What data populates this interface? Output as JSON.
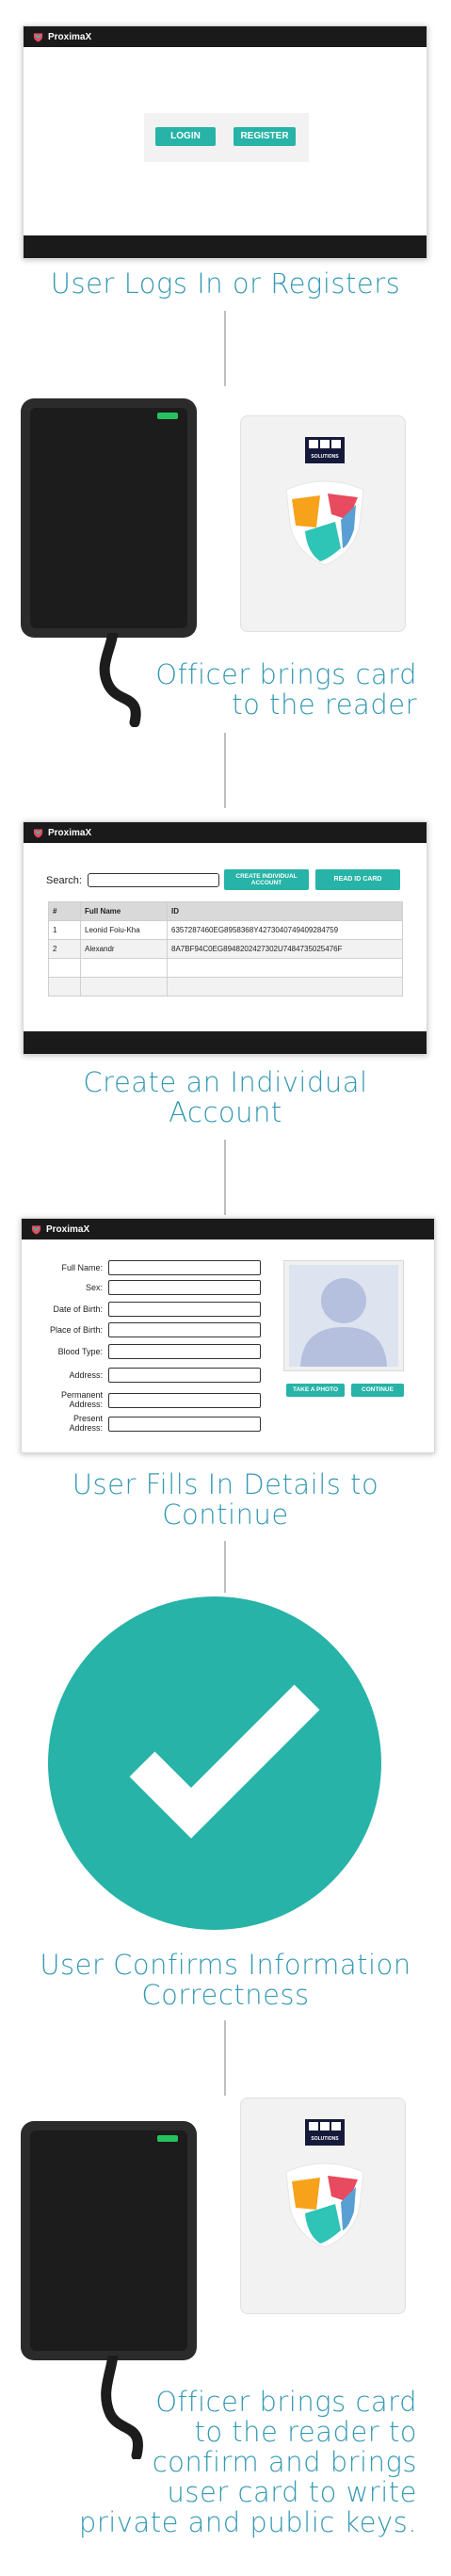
{
  "brand": {
    "logo_text": "ProximaX"
  },
  "step1": {
    "login_label": "LOGIN",
    "register_label": "REGISTER",
    "caption": "User Logs In or Registers"
  },
  "step2": {
    "company_logo_text": "SOLUTIONS",
    "caption_line1": "Officer brings card",
    "caption_line2": "to the reader"
  },
  "step3": {
    "search_label": "Search:",
    "create_button": "CREATE INDIVIDUAL ACCOUNT",
    "read_button": "READ ID CARD",
    "table": {
      "headers": [
        "#",
        "Full Name",
        "ID"
      ],
      "rows": [
        [
          "1",
          "Leonid Foiu-Kha",
          "6357287460EG8958368Y4273040749409284759"
        ],
        [
          "2",
          "Alexandr",
          "8A7BF94C0EG8948202427302U7484735025476F"
        ],
        [
          "",
          "",
          ""
        ],
        [
          "",
          "",
          ""
        ]
      ]
    },
    "caption_line1": "Create an Individual",
    "caption_line2": "Account"
  },
  "step4": {
    "labels": [
      "Full Name:",
      "Sex:",
      "Date of Birth:",
      "Place of Birth:",
      "Blood Type:",
      "Address:",
      "Permanent Address:",
      "Present Address:"
    ],
    "take_photo": "TAKE A PHOTO",
    "continue": "CONTINUE",
    "caption_line1": "User Fills In Details to",
    "caption_line2": "Continue"
  },
  "step5": {
    "caption_line1": "User Confirms Information",
    "caption_line2": "Correctness"
  },
  "step6": {
    "company_logo_text": "SOLUTIONS",
    "caption_lines": [
      "Officer brings card",
      "to the reader to",
      "confirm and brings",
      "user card to write",
      "private and public keys."
    ]
  },
  "colors": {
    "caption": "#3399b3",
    "teal": "#27b3a7",
    "dark_bar": "#1a1a1a",
    "connector": "#bfbfbf"
  }
}
